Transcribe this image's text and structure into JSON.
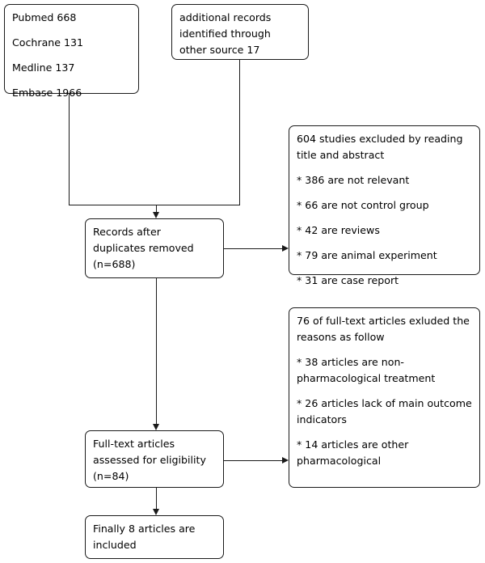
{
  "diagram": {
    "title": "PRISMA study selection flow diagram",
    "line_color": "#1a1a1a",
    "background": "#ffffff",
    "boxes": {
      "databases": {
        "name": "identification-databases",
        "lines": [
          "Pubmed 668",
          "Cochrane 131",
          "Medline 137",
          "Embase 1966"
        ]
      },
      "additional_records": {
        "name": "identification-other-sources",
        "text": "additional records identified through other source 17"
      },
      "records_after_duplicates": {
        "name": "records-after-duplicates",
        "text": "Records after duplicates removed (n=688)"
      },
      "screening_excluded": {
        "name": "screening-excluded",
        "heading": "604 studies excluded by reading title and abstract",
        "reasons": [
          "* 386 are not relevant",
          "* 66 are not control group",
          "* 42 are reviews",
          "* 79 are animal experiment",
          "* 31 are case report"
        ]
      },
      "fulltext_assessed": {
        "name": "fulltext-assessed",
        "text": "Full-text articles assessed for eligibility (n=84)"
      },
      "fulltext_excluded": {
        "name": "fulltext-excluded",
        "heading": "76 of full-text articles exluded the reasons as follow",
        "reasons": [
          "* 38 articles are non-pharmacological treatment",
          "* 26 articles lack of main outcome indicators",
          "* 14 articles are other pharmacological"
        ]
      },
      "included": {
        "name": "studies-included",
        "text": "Finally 8 articles are included"
      }
    },
    "counts": {
      "pubmed": 668,
      "cochrane": 131,
      "medline": 137,
      "embase": 1966,
      "other_sources": 17,
      "after_duplicates": 688,
      "screening_excluded_total": 604,
      "not_relevant": 386,
      "not_control_group": 66,
      "reviews": 42,
      "animal_experiment": 79,
      "case_report": 31,
      "fulltext_assessed": 84,
      "fulltext_excluded_total": 76,
      "non_pharmacological": 38,
      "lack_main_outcome": 26,
      "other_pharmacological": 14,
      "included": 8
    }
  }
}
